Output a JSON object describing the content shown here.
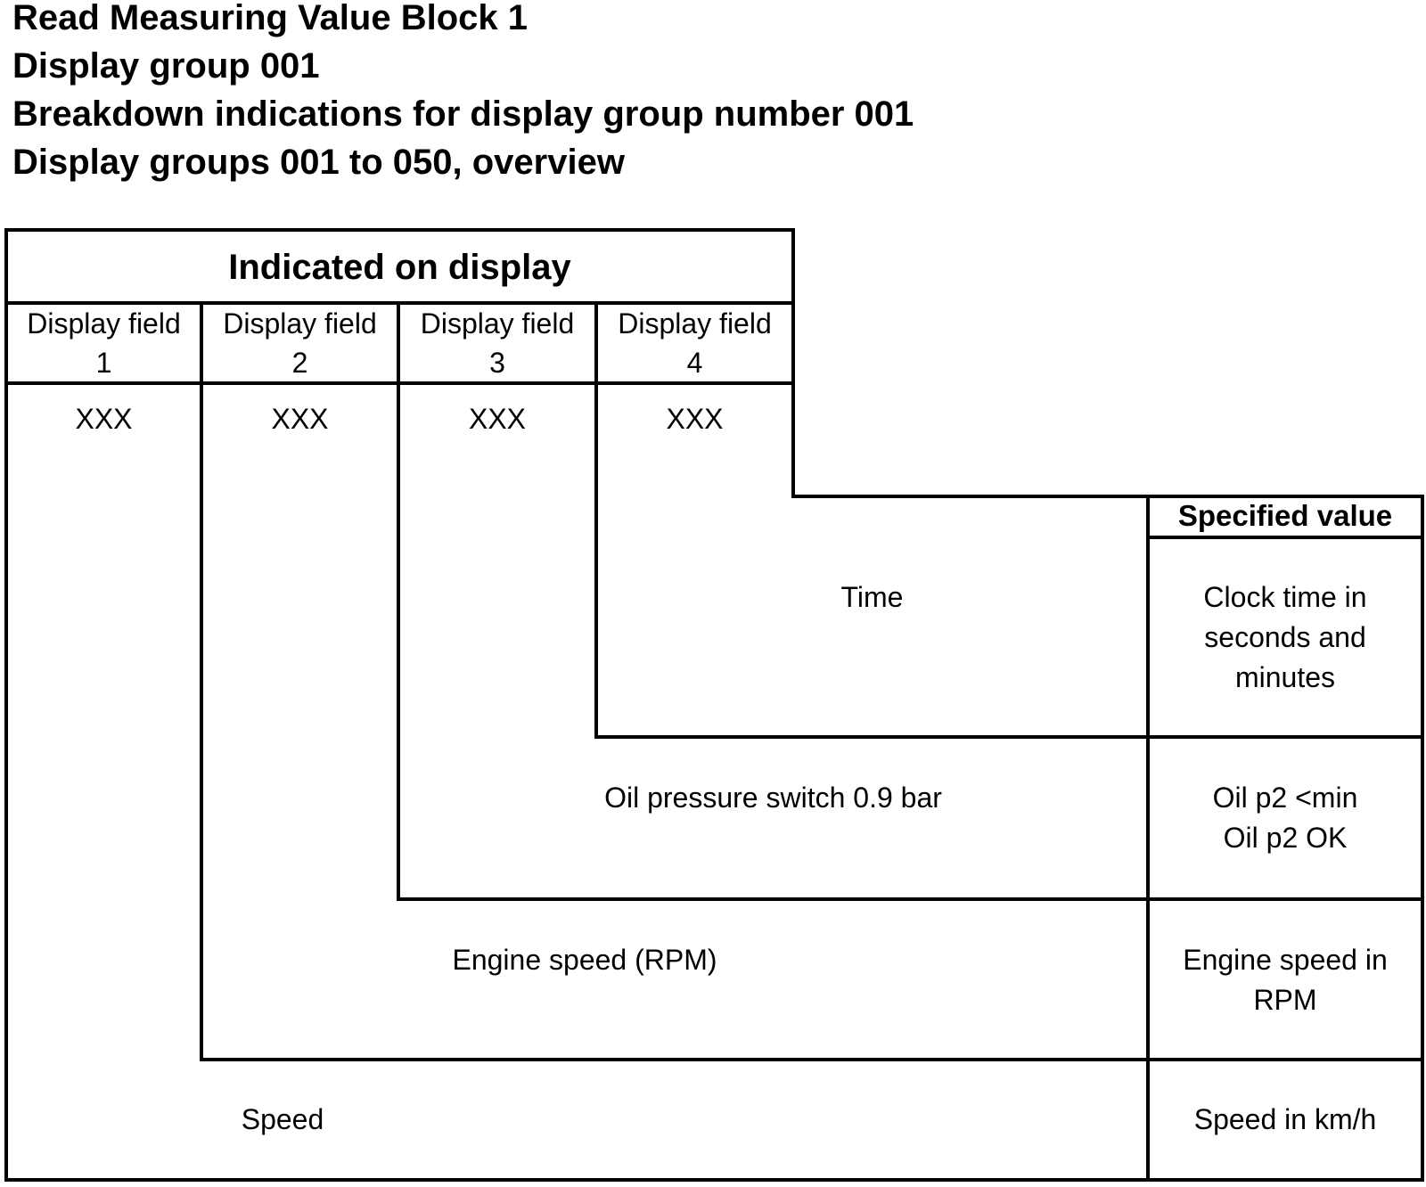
{
  "titles": [
    "Read Measuring Value Block 1",
    "Display group 001",
    "Breakdown indications for display group number  001",
    "Display groups 001 to 050, overview"
  ],
  "header": {
    "indicated": "Indicated on display",
    "fields": [
      {
        "line1": "Display field",
        "line2": "1"
      },
      {
        "line1": "Display field",
        "line2": "2"
      },
      {
        "line1": "Display field",
        "line2": "3"
      },
      {
        "line1": "Display field",
        "line2": "4"
      }
    ],
    "values": [
      "XXX",
      "XXX",
      "XXX",
      "XXX"
    ]
  },
  "specified_header": "Specified value",
  "rows": [
    {
      "name": "Time",
      "spec": [
        "Clock time in",
        "seconds and",
        "minutes"
      ]
    },
    {
      "name": "Oil pressure switch 0.9 bar",
      "spec": [
        "Oil p2 <min",
        "Oil p2 OK"
      ]
    },
    {
      "name": "Engine speed (RPM)",
      "spec": [
        "Engine speed in",
        "RPM"
      ]
    },
    {
      "name": "Speed",
      "spec": [
        "Speed in km/h"
      ]
    }
  ]
}
